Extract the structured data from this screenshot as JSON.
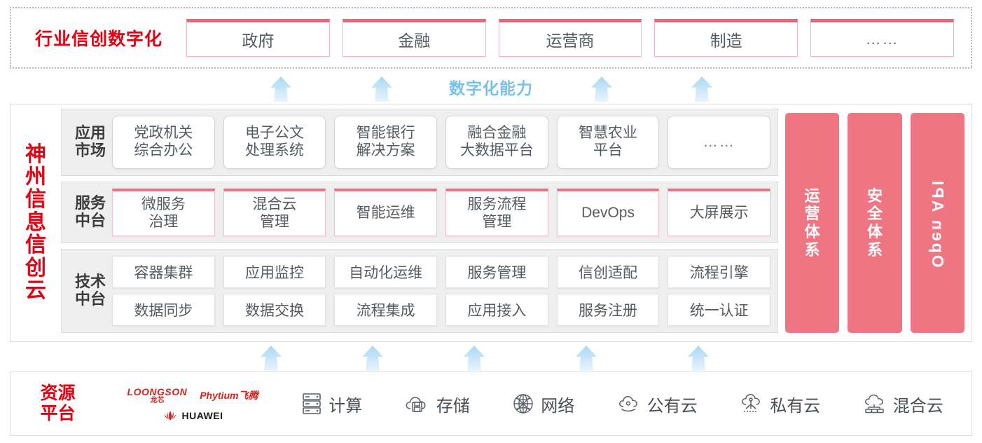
{
  "industry": {
    "title": "行业信创数字化",
    "tabs": [
      {
        "label": "政府"
      },
      {
        "label": "金融"
      },
      {
        "label": "运营商"
      },
      {
        "label": "制造"
      },
      {
        "label": "……"
      }
    ]
  },
  "capability": {
    "label": "数字化能力",
    "arrow_count_top": 4,
    "arrow_count_bottom": 5
  },
  "cloud": {
    "title_chars": [
      "神",
      "州",
      "信",
      "息",
      "信",
      "创",
      "云"
    ],
    "bands": [
      {
        "name": "app-market",
        "label_lines": [
          "应用",
          "市场"
        ],
        "cards": [
          {
            "lines": [
              "党政机关",
              "综合办公"
            ]
          },
          {
            "lines": [
              "电子公文",
              "处理系统"
            ]
          },
          {
            "lines": [
              "智能银行",
              "解决方案"
            ]
          },
          {
            "lines": [
              "融合金融",
              "大数据平台"
            ]
          },
          {
            "lines": [
              "智慧农业",
              "平台"
            ]
          },
          {
            "lines": [
              "……"
            ]
          }
        ]
      },
      {
        "name": "service-platform",
        "label_lines": [
          "服务",
          "中台"
        ],
        "cards": [
          {
            "lines": [
              "微服务",
              "治理"
            ]
          },
          {
            "lines": [
              "混合云",
              "管理"
            ]
          },
          {
            "lines": [
              "智能运维"
            ]
          },
          {
            "lines": [
              "服务流程",
              "管理"
            ]
          },
          {
            "lines": [
              "DevOps"
            ]
          },
          {
            "lines": [
              "大屏展示"
            ]
          }
        ]
      },
      {
        "name": "tech-platform",
        "label_lines": [
          "技术",
          "中台"
        ],
        "rows": [
          [
            "容器集群",
            "应用监控",
            "自动化运维",
            "服务管理",
            "信创适配",
            "流程引擎"
          ],
          [
            "数据同步",
            "数据交换",
            "流程集成",
            "应用接入",
            "服务注册",
            "统一认证"
          ]
        ]
      }
    ],
    "pillars": [
      {
        "kind": "cn",
        "chars": [
          "运",
          "营",
          "体",
          "系"
        ],
        "text": "运营体系"
      },
      {
        "kind": "cn",
        "chars": [
          "安",
          "全",
          "体",
          "系"
        ],
        "text": "安全体系"
      },
      {
        "kind": "rot",
        "text": "Open API"
      }
    ]
  },
  "resource": {
    "title_lines": [
      "资源",
      "平台"
    ],
    "brands": [
      {
        "name": "loongson",
        "en": "LOONGSON",
        "cn": "龙芯"
      },
      {
        "name": "phytium",
        "text": "Phytium飞腾"
      },
      {
        "name": "huawei",
        "text": "HUAWEI"
      }
    ],
    "items": [
      {
        "icon": "server-rack-icon",
        "label": "计算"
      },
      {
        "icon": "cloud-storage-icon",
        "label": "存储"
      },
      {
        "icon": "network-globe-icon",
        "label": "网络"
      },
      {
        "icon": "public-cloud-icon",
        "label": "公有云"
      },
      {
        "icon": "private-cloud-icon",
        "label": "私有云"
      },
      {
        "icon": "hybrid-cloud-icon",
        "label": "混合云"
      }
    ]
  },
  "colors": {
    "brand_red": "#e60012",
    "pink": "#ea7287",
    "pillar_pink": "#ef7583",
    "arrow_blue": "#bfe2f6",
    "capability_blue": "#76c2ec",
    "band_bg": "#efefef"
  }
}
